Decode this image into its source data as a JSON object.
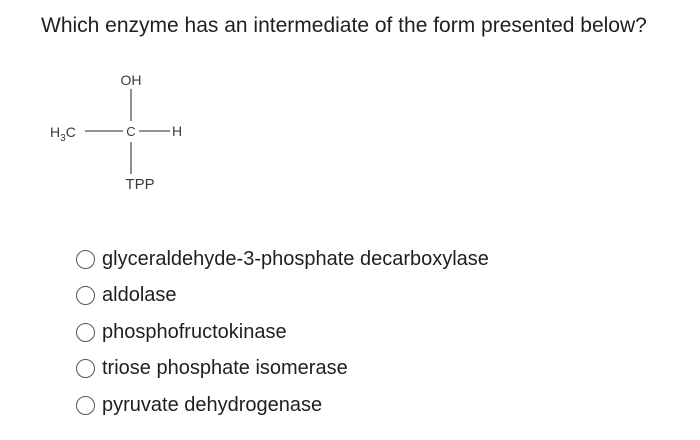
{
  "question": {
    "text": "Which enzyme has an intermediate of the form presented below?"
  },
  "structure": {
    "top_group": "OH",
    "left_group_prefix": "H",
    "left_group_subscript": "3",
    "left_group_suffix": "C",
    "center_atom": "C",
    "right_group": "H",
    "bottom_group": "TPP"
  },
  "options": [
    {
      "label": "glyceraldehyde-3-phosphate decarboxylase",
      "selected": false
    },
    {
      "label": "aldolase",
      "selected": false
    },
    {
      "label": "phosphofructokinase",
      "selected": false
    },
    {
      "label": "triose phosphate isomerase",
      "selected": false
    },
    {
      "label": "pyruvate dehydrogenase",
      "selected": false
    }
  ]
}
